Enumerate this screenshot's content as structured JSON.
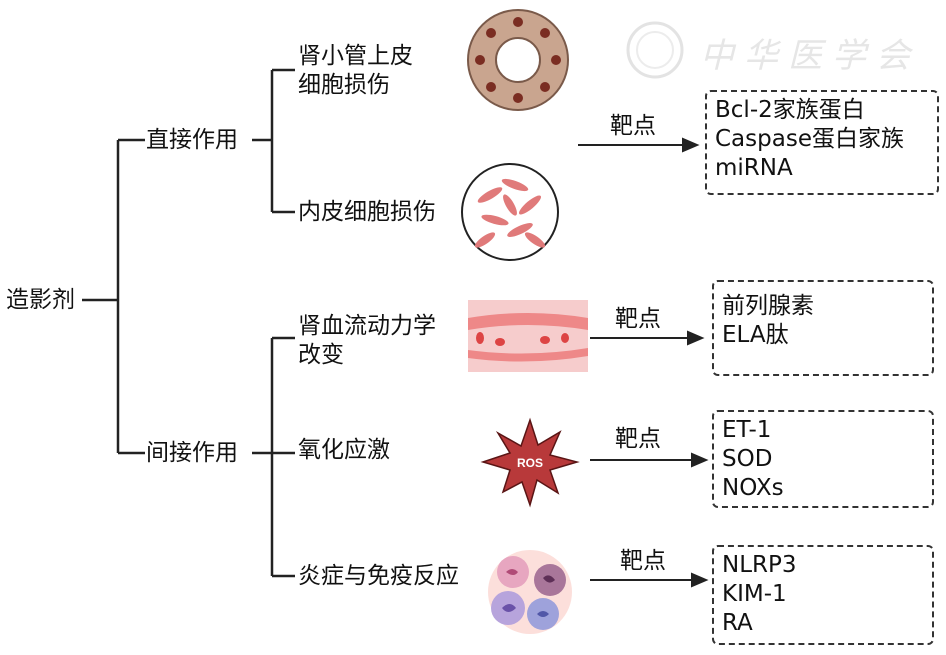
{
  "watermark": "中华医学会",
  "root": "造影剂",
  "branches": [
    {
      "label": "直接作用",
      "children": [
        {
          "label_lines": [
            "肾小管上皮",
            "细胞损伤"
          ],
          "icon": "renal-tubule-epithelium-icon"
        },
        {
          "label_lines": [
            "内皮细胞损伤"
          ],
          "icon": "endothelial-cells-icon"
        }
      ]
    },
    {
      "label": "间接作用",
      "children": [
        {
          "label_lines": [
            "肾血流动力学",
            "改变"
          ],
          "icon": "blood-vessel-constriction-icon"
        },
        {
          "label_lines": [
            "氧化应激"
          ],
          "icon": "ros-burst-icon",
          "icon_text": "ROS"
        },
        {
          "label_lines": [
            "炎症与免疫反应"
          ],
          "icon": "immune-cells-icon"
        }
      ]
    }
  ],
  "targets": [
    {
      "arrow_label": "靶点",
      "items": [
        "Bcl-2家族蛋白",
        "Caspase蛋白家族",
        "miRNA"
      ]
    },
    {
      "arrow_label": "靶点",
      "items": [
        "前列腺素",
        "ELA肽"
      ]
    },
    {
      "arrow_label": "靶点",
      "items": [
        "ET-1",
        "SOD",
        "NOXs"
      ]
    },
    {
      "arrow_label": "靶点",
      "items": [
        "NLRP3",
        "KIM-1",
        "RA"
      ]
    }
  ]
}
